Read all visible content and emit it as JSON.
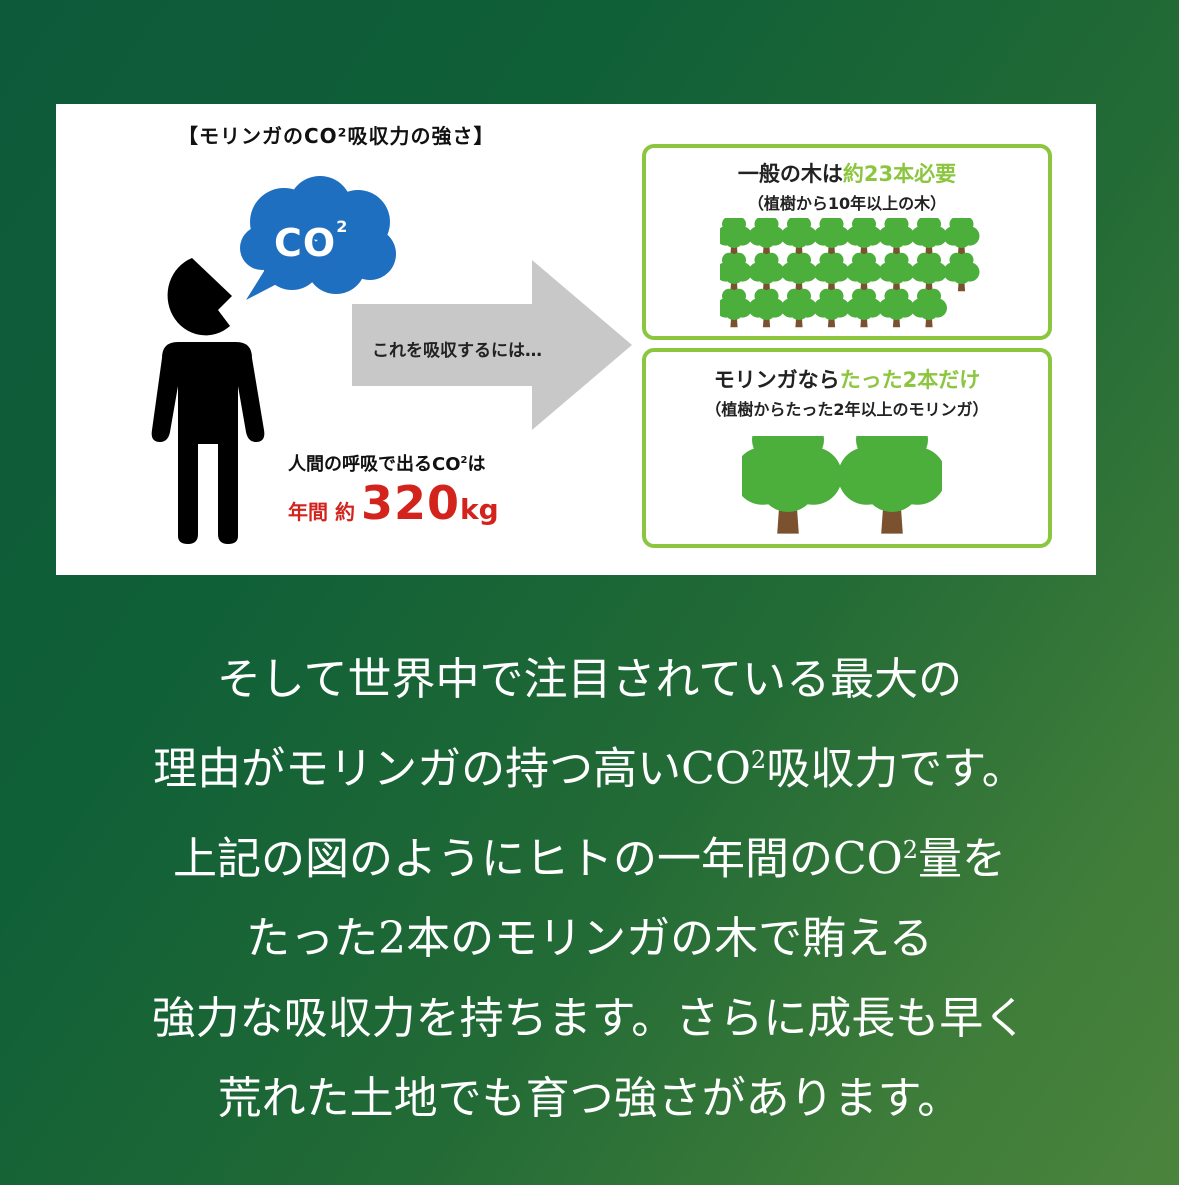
{
  "infographic": {
    "title": "【モリンガのCO²吸収力の強さ】",
    "bubble_text": "CO",
    "bubble_sup": "2",
    "arrow_text": "これを吸収するには…",
    "breath_label": "人間の呼吸で出るCO",
    "breath_label_sup": "2",
    "breath_label_suffix": "は",
    "breath_prefix": "年間  約",
    "breath_value": "320",
    "breath_unit": "kg",
    "box1": {
      "title_pre": "一般の木は",
      "title_highlight": "約23本必要",
      "subtitle": "（植樹から10年以上の木）",
      "tree_count": 23
    },
    "box2": {
      "title_pre": "モリンガなら",
      "title_highlight": "たった2本だけ",
      "subtitle": "（植樹からたった2年以上のモリンガ）",
      "tree_count": 2
    },
    "colors": {
      "bubble": "#1e6fc0",
      "accent_green": "#8cc63f",
      "tree_green": "#4caf3c",
      "trunk": "#7a5230",
      "value_red": "#d2231d"
    }
  },
  "caption": {
    "line1": "そして世界中で注目されている最大の",
    "line2_pre": "理由がモリンガの持つ高いCO",
    "line2_sup": "2",
    "line2_post": "吸収力です。",
    "line3_pre": "上記の図のようにヒトの一年間のCO",
    "line3_sup": "2",
    "line3_post": "量を",
    "line4": "たった2本のモリンガの木で賄える",
    "line5": "強力な吸収力を持ちます。さらに成長も早く",
    "line6": "荒れた土地でも育つ強さがあります。"
  }
}
